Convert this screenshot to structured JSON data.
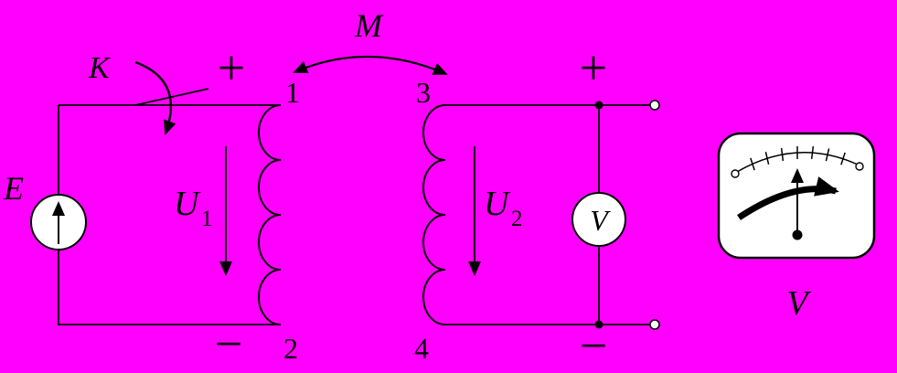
{
  "title": "mutual-inductance-transformer-circuit",
  "colors": {
    "background": "#FF00FF",
    "line": "#000000",
    "device_fill": "#FFFFFF"
  },
  "labels": {
    "source_emf": "E",
    "switch": "K",
    "mutual_inductance": "M",
    "terminal_1": "1",
    "terminal_2": "2",
    "terminal_3": "3",
    "terminal_4": "4",
    "primary_voltage_base": "U",
    "primary_voltage_sub": "1",
    "secondary_voltage_base": "U",
    "secondary_voltage_sub": "2",
    "voltmeter": "V",
    "meter_caption": "V",
    "polarity_plus_primary": "+",
    "polarity_minus_primary": "−",
    "polarity_plus_secondary": "+",
    "polarity_minus_secondary": "−"
  }
}
